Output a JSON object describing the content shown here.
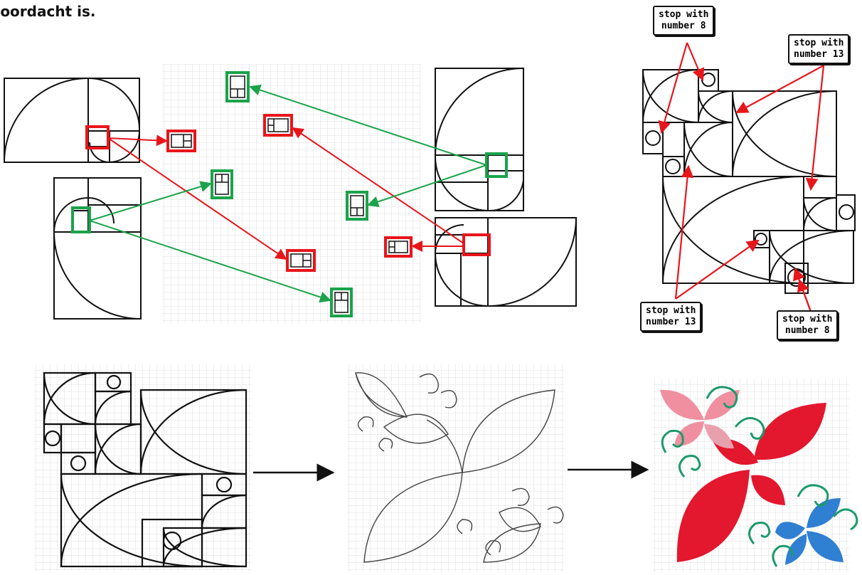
{
  "intro_text": "doordacht is.",
  "callouts": [
    {
      "line1": "stop with",
      "line2": "number 8"
    },
    {
      "line1": "stop with",
      "line2": "number 13"
    },
    {
      "line1": "stop with",
      "line2": "number 13"
    },
    {
      "line1": "stop with",
      "line2": "number 8"
    }
  ],
  "colors": {
    "ink": "#111111",
    "red_marker": "#e8151b",
    "green_marker": "#1aa34a",
    "grid": "#d4d4d4",
    "petal_red": "#e3172e",
    "petal_pink": "#ef8fa0",
    "petal_blue": "#2f7fd2",
    "curl_green": "#1c9a6b"
  }
}
